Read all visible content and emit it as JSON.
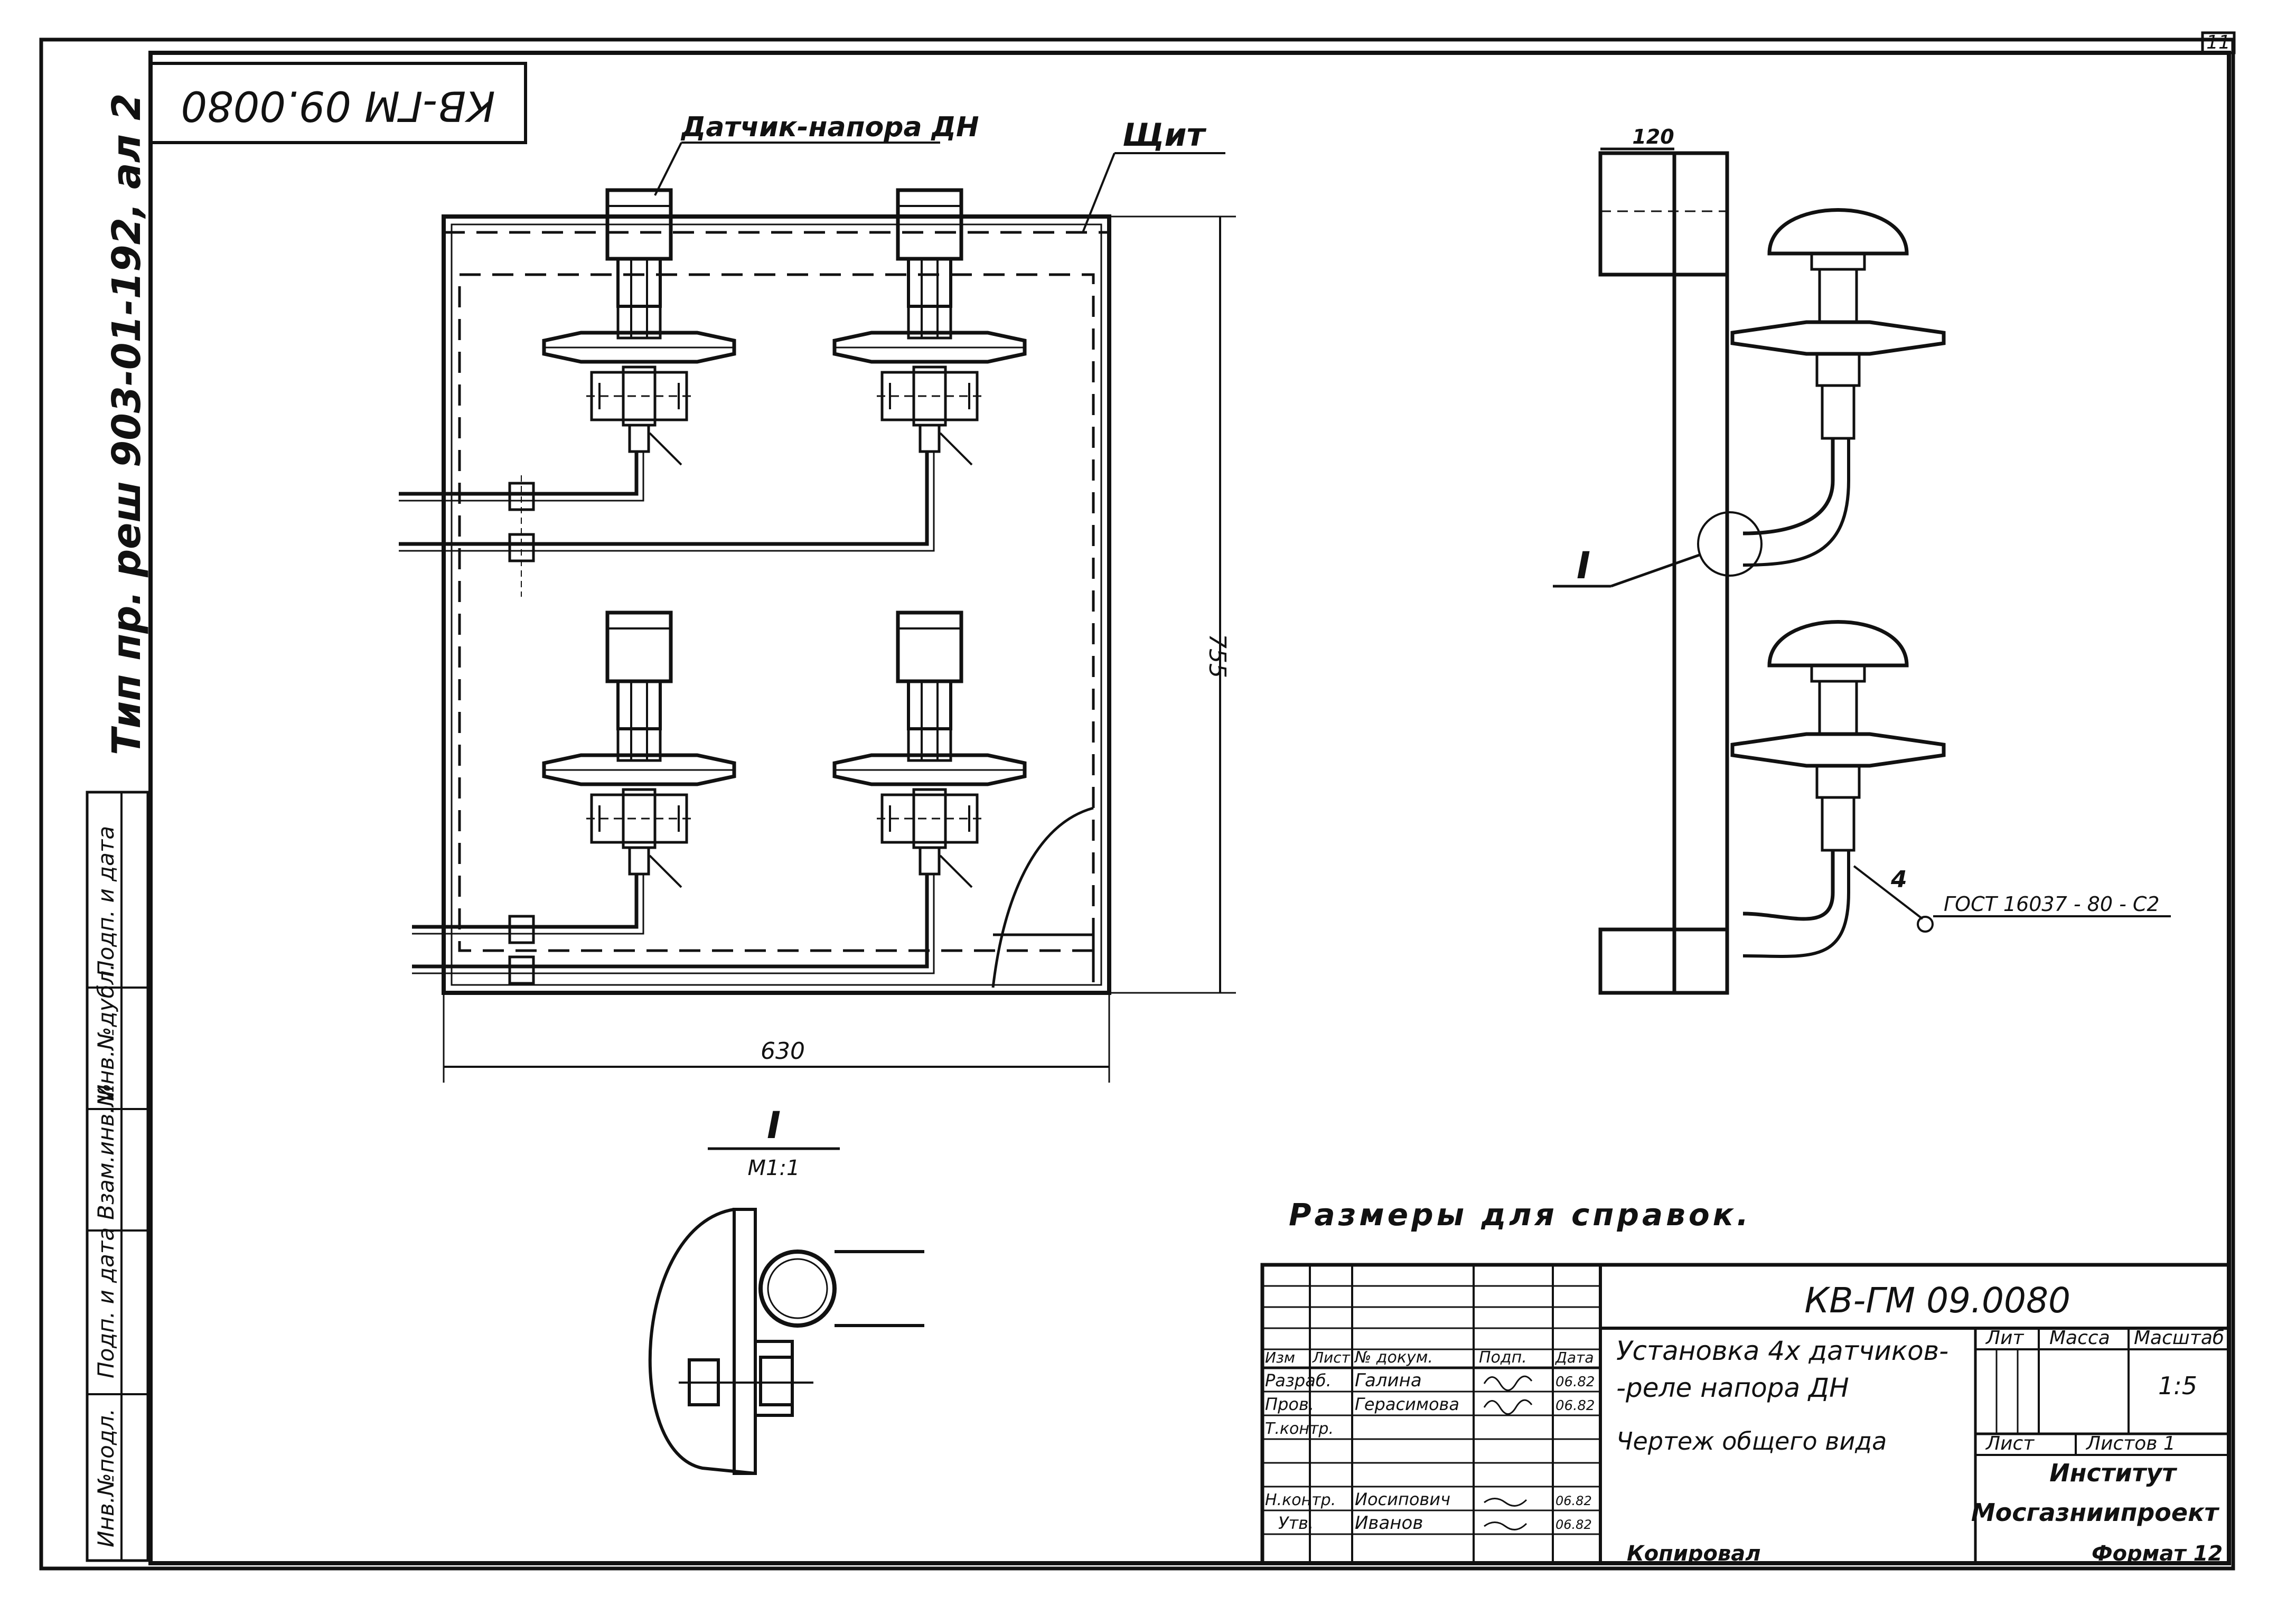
{
  "sheet_number": "11",
  "stamp_code_rotated": "КВ-ГМ 09.0080",
  "side_reference": "Тип пр. реш 903-01-192, ал 2",
  "front_view": {
    "sensor_label": "Датчик-напора ДН",
    "panel_label": "Щит",
    "width_dim": "630",
    "height_dim": "755"
  },
  "side_view": {
    "top_dim": "120",
    "callout_node": "I",
    "pipe_callout_number": "4",
    "pipe_standard": "ГОСТ 16037 - 80 - С2"
  },
  "detail_view": {
    "label": "I",
    "scale": "М1:1"
  },
  "note": "Размеры для справок.",
  "left_strip": {
    "labels": [
      "Инв.№подл.",
      "Подп. и дата",
      "Взам.инв.№",
      "Инв.№дубл.",
      "Подп. и дата"
    ]
  },
  "title_block": {
    "code": "КВ-ГМ 09.0080",
    "title_lines": [
      "Установка 4х датчиков-",
      "-реле напора ДН"
    ],
    "doc_type": "Чертеж общего вида",
    "headers": {
      "izm": "Изм",
      "list": "Лист",
      "doc_no": "№ докум.",
      "podp": "Подп.",
      "date": "Дата",
      "lit": "Лит",
      "mass": "Масса",
      "scale": "Масштаб",
      "sheet": "Лист",
      "sheets": "Листов 1"
    },
    "scale_value": "1:5",
    "signatures": [
      {
        "role": "Разраб.",
        "name": "Галина",
        "date": "06.82"
      },
      {
        "role": "Пров.",
        "name": "Герасимова",
        "date": "06.82"
      },
      {
        "role": "Т.контр.",
        "name": "",
        "date": ""
      },
      {
        "role": "Н.контр.",
        "name": "Иосипович",
        "date": "06.82"
      },
      {
        "role": "Утв.",
        "name": "Иванов",
        "date": "06.82"
      }
    ],
    "institute_lines": [
      "Институт",
      "Мосгазниипроект"
    ]
  },
  "footer": {
    "copied": "Копировал",
    "format": "Формат 12"
  }
}
